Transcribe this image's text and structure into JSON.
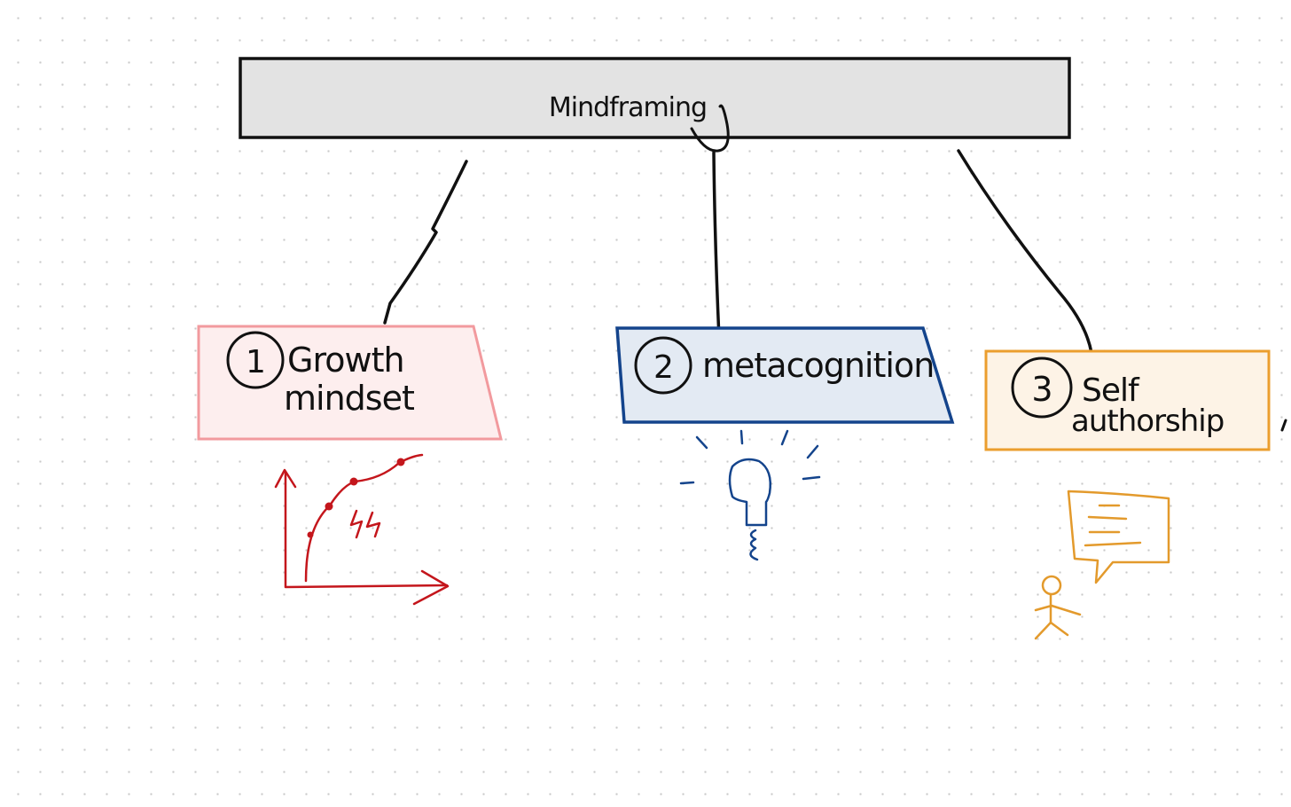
{
  "diagram": {
    "root": {
      "label": "Mindframing",
      "fill": "#e3e3e3",
      "border": "#111111"
    },
    "branches": [
      {
        "number": "1",
        "label_lines": [
          "Growth",
          "mindset"
        ],
        "fill": "#fdeeee",
        "border": "#f29a9e",
        "sketch": "growth-curve-icon",
        "sketch_color": "#c4161c"
      },
      {
        "number": "2",
        "label_lines": [
          "metacognition"
        ],
        "fill": "#e3eaf3",
        "border": "#14448c",
        "sketch": "lightbulb-icon",
        "sketch_color": "#14448c"
      },
      {
        "number": "3",
        "label_lines": [
          "Self",
          "authorship"
        ],
        "fill": "#fdf3e6",
        "border": "#eb9e2e",
        "sketch": "person-speech-bubble-icon",
        "sketch_color": "#e39a2c"
      }
    ],
    "connector_color": "#111111"
  }
}
